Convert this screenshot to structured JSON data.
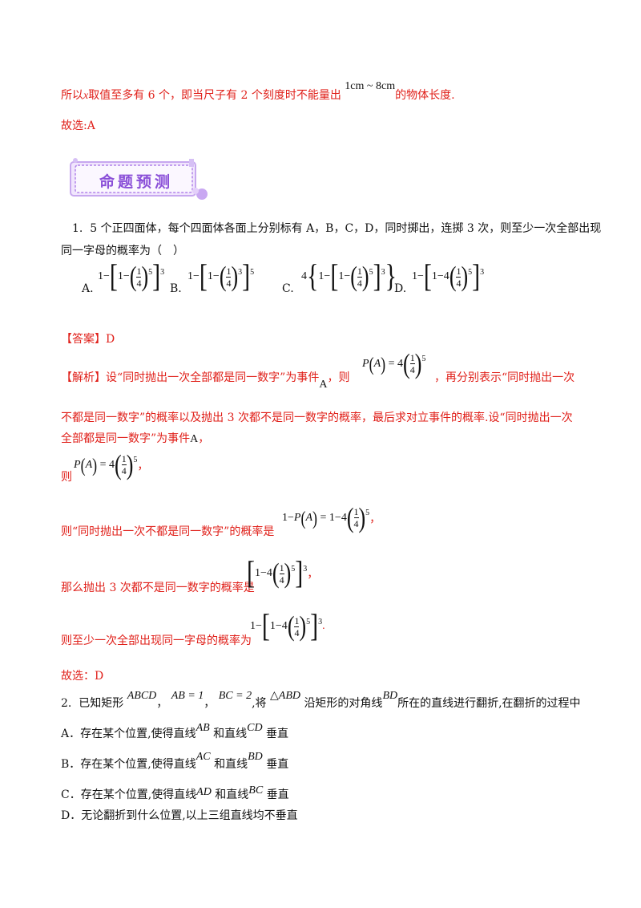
{
  "intro": {
    "line1_prefix": "所以",
    "line1_var": "x",
    "line1_mid": "取值至多有 6 个，即当尺子有 2 个刻度时不能量出",
    "line1_range": "1cm ~ 8cm",
    "line1_suffix": "的物体长度.",
    "answer": "故选:A"
  },
  "banner": {
    "title": "命题预测"
  },
  "q1": {
    "number": "1.",
    "text1": "5 个正四面体，每个四面体各面上分别标有 A，B，C，D，同时掷出，连掷 3 次，则至少一次全部出现",
    "text2": "同一字母的概率为（　）",
    "optA": "A.",
    "optB": "B.",
    "optC": "C.",
    "optD": "D.",
    "answer_label": "【答案】D",
    "analysis_label": "【解析】",
    "analysis1a": "设“同时抛出一次全部都是同一数字”为事件",
    "analysis1b": "A",
    "analysis1c": "，则",
    "analysis1d": "，再分别表示“同时抛出一次",
    "analysis2": "不都是同一数字”的概率以及抛出 3 次都不是同一数字的概率，最后求对立事件的概率.设“同时抛出一次",
    "analysis3a": "全部都是同一数字”为事件",
    "analysis3b": "A",
    "analysis3c": "，",
    "then1": "则",
    "then2": "则“同时抛出一次不都是同一数字”的概率是",
    "then3": "那么抛出 3 次都不是同一数字的概率是",
    "then4": "则至少一次全部出现同一字母的概率为",
    "end_dot": ".",
    "comma": "，",
    "final": "故选：D"
  },
  "q2": {
    "number": "2.",
    "text_a": "已知矩形",
    "rect": "ABCD",
    "ab": "AB = 1",
    "bc": "BC = 2",
    "text_b": "将",
    "tri": "△ABD",
    "text_c": "沿矩形的对角线",
    "bd": "BD",
    "text_d": "所在的直线进行翻折,在翻折的过程中",
    "optA_prefix": "A．存在某个位置,使得直线",
    "optA_l1": "AB",
    "optA_mid": "和直线",
    "optA_l2": "CD",
    "optA_suffix": "垂直",
    "optB_prefix": "B．存在某个位置,使得直线",
    "optB_l1": "AC",
    "optB_mid": "和直线",
    "optB_l2": "BD",
    "optB_suffix": "垂直",
    "optC_prefix": "C．存在某个位置,使得直线",
    "optC_l1": "AD",
    "optC_mid": "和直线",
    "optC_l2": "BC",
    "optC_suffix": "垂直",
    "optD": "D．无论翻折到什么位置,以上三组直线均不垂直"
  },
  "colors": {
    "red": "#e0201a",
    "banner_purple": "#8a4fd8",
    "banner_border": "#c7a8ef"
  }
}
